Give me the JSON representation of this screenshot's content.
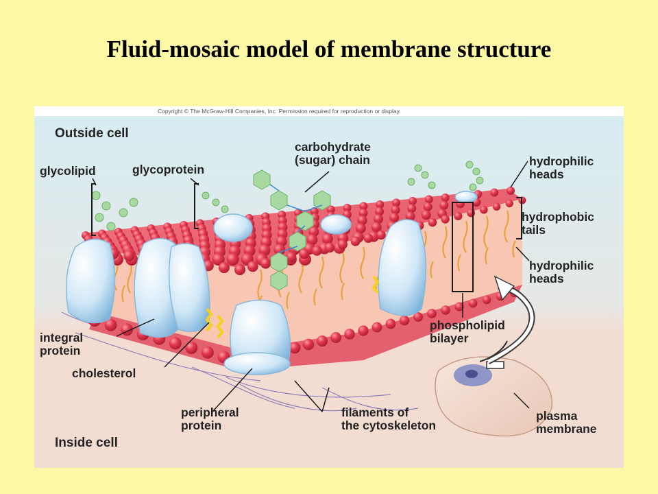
{
  "title": "Fluid-mosaic model of membrane structure",
  "figure": {
    "copyright": "Copyright © The McGraw-Hill Companies, Inc. Permission required for reproduction or display.",
    "labels": {
      "outside_cell": "Outside cell",
      "inside_cell": "Inside cell",
      "glycolipid": "glycolipid",
      "glycoprotein": "glycoprotein",
      "carbohydrate_chain": "carbohydrate\n(sugar) chain",
      "hydrophilic_heads_top": "hydrophilic\nheads",
      "hydrophobic_tails": "hydrophobic\ntails",
      "hydrophilic_heads_bottom": "hydrophilic\nheads",
      "phospholipid_bilayer": "phospholipid\nbilayer",
      "integral_protein": "integral\nprotein",
      "cholesterol": "cholesterol",
      "peripheral_protein": "peripheral\nprotein",
      "filaments": "filaments of\nthe cytoskeleton",
      "plasma_membrane": "plasma\nmembrane"
    },
    "colors": {
      "page_background": "#fdf8a5",
      "outside_background": "#d8eef4",
      "inside_background": "#f3ddd2",
      "phospholipid_head": "#e23a4e",
      "lipid_tail": "#e8a040",
      "protein": "#cfe7f7",
      "sugar": "#9fd39a"
    }
  }
}
